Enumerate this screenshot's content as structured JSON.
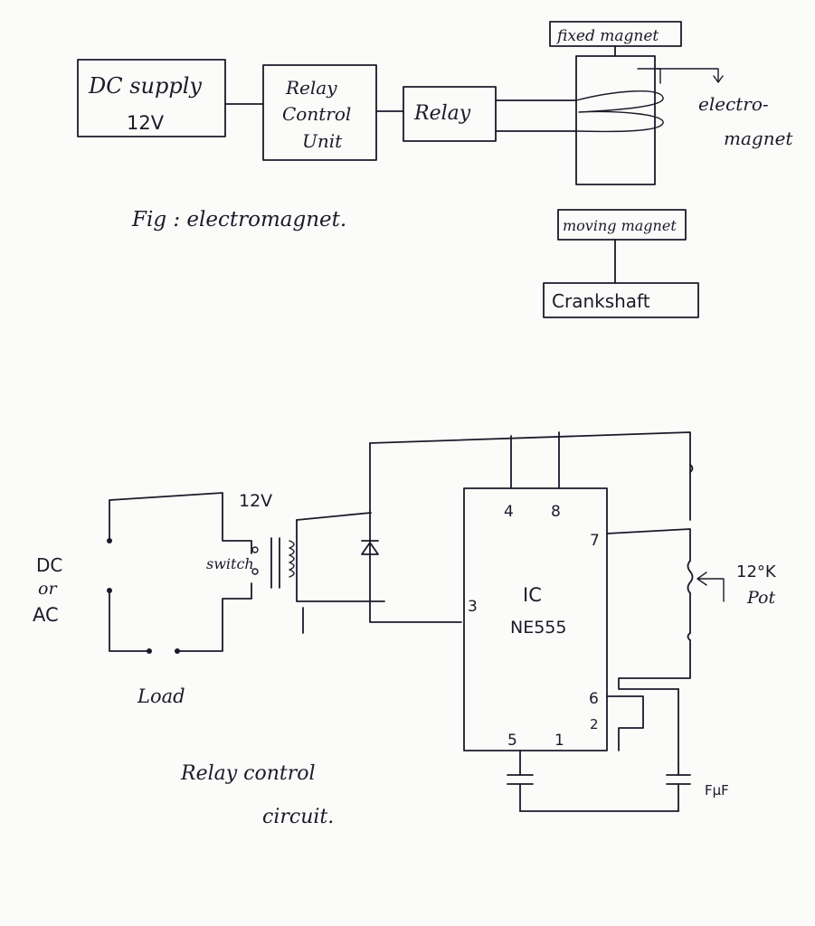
{
  "block_diagram": {
    "dc_supply": {
      "line1": "DC supply",
      "line2": "12V"
    },
    "relay_control_unit": {
      "line1": "Relay",
      "line2": "Control",
      "line3": "Unit"
    },
    "relay": "Relay",
    "fixed_magnet": "fixed magnet",
    "electromagnet": {
      "line1": "electro-",
      "line2": "magnet"
    },
    "moving_magnet": "moving magnet",
    "crankshaft": "Crankshaft",
    "caption": "Fig : electromagnet."
  },
  "circuit": {
    "source": {
      "line1": "DC",
      "line2": "or",
      "line3": "AC"
    },
    "load": "Load",
    "switch": "switch",
    "voltage": "12V",
    "ic": {
      "line1": "IC",
      "line2": "NE555"
    },
    "pins": {
      "p4": "4",
      "p8": "8",
      "p7": "7",
      "p3": "3",
      "p6": "6",
      "p2": "2",
      "p5": "5",
      "p1": "1"
    },
    "pot": {
      "line1": "12°K",
      "line2": "Pot"
    },
    "cap_label": "FµF",
    "caption": {
      "line1": "Relay control",
      "line2": "circuit."
    }
  }
}
